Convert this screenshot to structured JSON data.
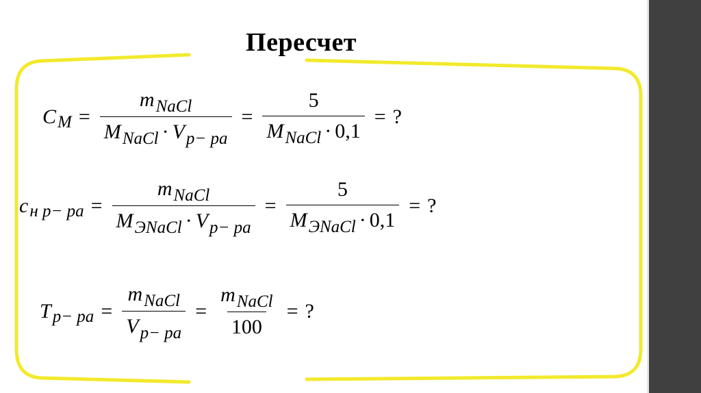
{
  "slide": {
    "title": "Пересчет",
    "accent_color": "#f2ea2b",
    "sidebar_color": "#404040"
  },
  "formulas": {
    "molarity": {
      "lhs": "C",
      "lhs_sub": "M",
      "eq": "=",
      "frac1_num": "m",
      "frac1_num_sub": "NaCl",
      "frac1_den_a": "M",
      "frac1_den_a_sub": "NaCl",
      "dot": "·",
      "frac1_den_b": "V",
      "frac1_den_b_sub": "p− pa",
      "frac2_num": "5",
      "frac2_den_a": "M",
      "frac2_den_a_sub": "NaCl",
      "frac2_den_b": "0,1",
      "result": "?"
    },
    "normality": {
      "lhs": "c",
      "lhs_sub": "н p− pa",
      "eq": "=",
      "frac1_num": "m",
      "frac1_num_sub": "NaCl",
      "frac1_den_a": "M",
      "frac1_den_a_sub": "ЭNaCl",
      "dot": "·",
      "frac1_den_b": "V",
      "frac1_den_b_sub": "p− pa",
      "frac2_num": "5",
      "frac2_den_a": "M",
      "frac2_den_a_sub": "ЭNaCl",
      "frac2_den_b": "0,1",
      "result": "?"
    },
    "titer": {
      "lhs": "T",
      "lhs_sub": "p− pa",
      "eq": "=",
      "frac1_num": "m",
      "frac1_num_sub": "NaCl",
      "frac1_den": "V",
      "frac1_den_sub": "p− pa",
      "frac2_num": "m",
      "frac2_num_sub": "NaCl",
      "frac2_den": "100",
      "result": "?"
    }
  }
}
